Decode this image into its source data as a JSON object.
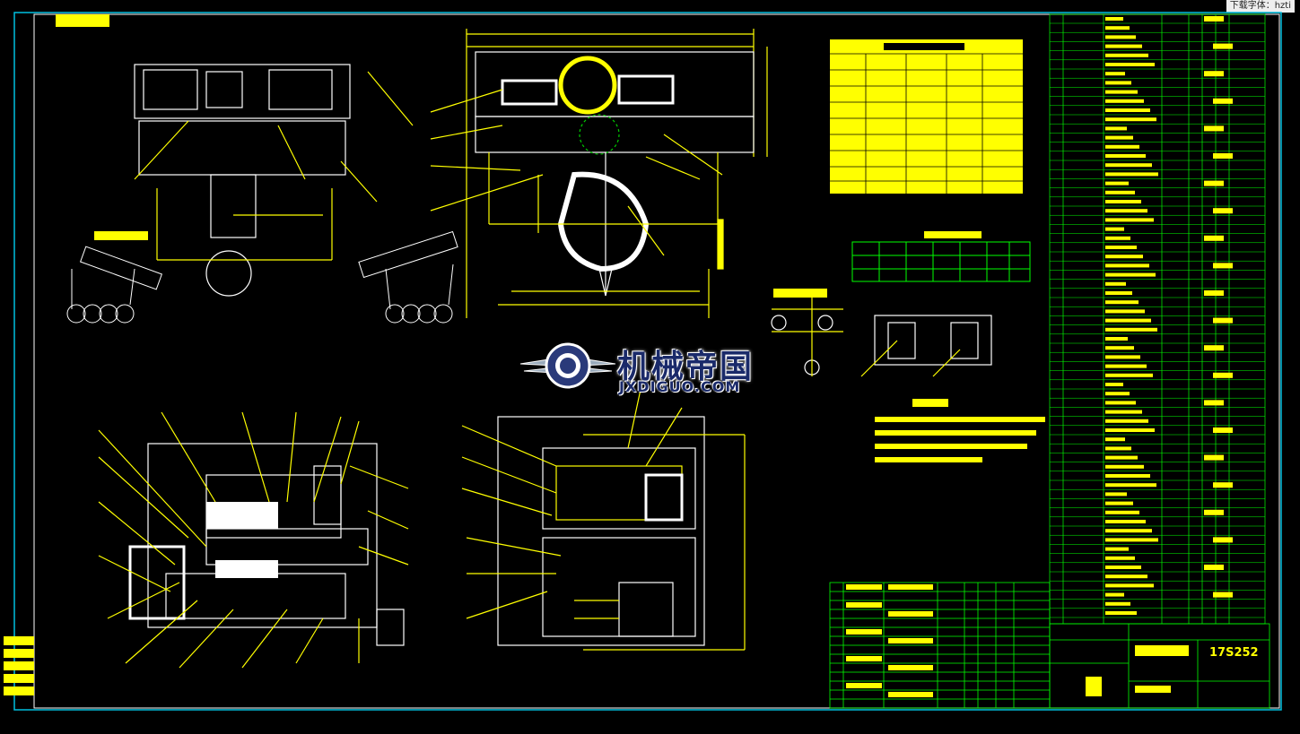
{
  "app": {
    "hint_text": "下载字体：hzti",
    "drawing_number": "17S252"
  },
  "watermark": {
    "brand_cn": "机械帝国",
    "brand_en": "JXDIGUO.COM"
  },
  "icons": {
    "logo": "gear-wings-logo"
  },
  "colors": {
    "background": "#000000",
    "border": "#00c0e0",
    "drawing": "#ffff00",
    "table": "#00ff40",
    "accent": "#ff00ff"
  }
}
